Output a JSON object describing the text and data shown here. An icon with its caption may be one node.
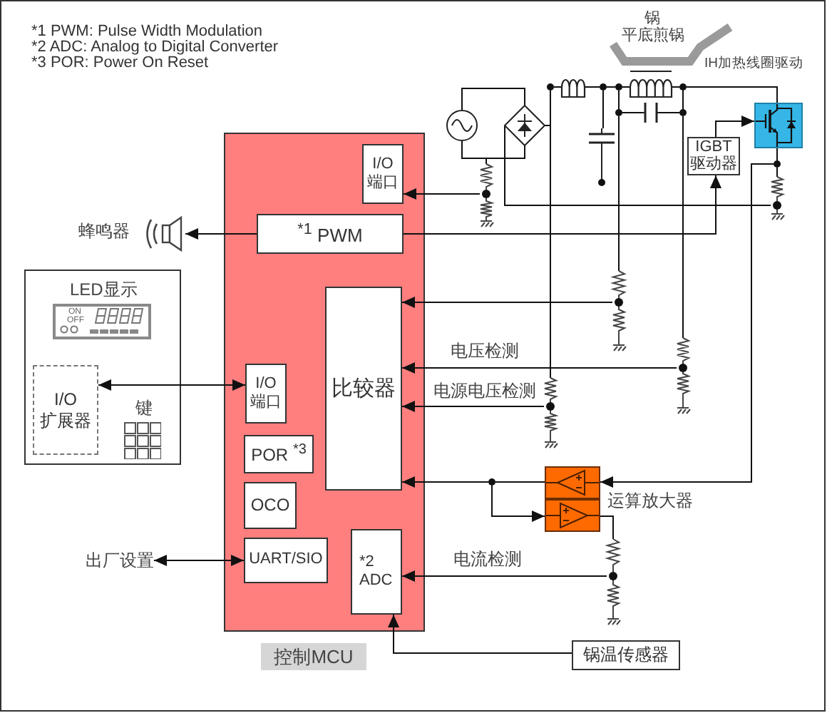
{
  "diagram": {
    "nodes": [
      {
        "text": [],
        "shape": "box",
        "beside": [
          "控制MCU"
        ]
      },
      {
        "text": [
          "I/O 端口"
        ],
        "in": 0
      },
      {
        "text": [
          "$^{*1}$ PWM"
        ],
        "in": 0
      },
      {
        "text": [
          "比较器"
        ],
        "in": 0
      },
      {
        "text": [
          "I/O 端口"
        ],
        "in": 0
      },
      {
        "text": [
          "POR $^{*3}$"
        ],
        "in": 0
      },
      {
        "text": [
          "OCO"
        ],
        "in": 0
      },
      {
        "text": [
          "UART/SIO"
        ],
        "in": 0
      },
      {
        "text": [
          "*2 ADC"
        ],
        "in": 0
      },
      {
        "text": [
          "LED显示",
          "键"
        ]
      },
      {
        "text": [
          "I/O 扩展器"
        ],
        "in": 9
      },
      {
        "text": [
          "蜂鸣器"
        ]
      },
      {
        "text": [
          "出厂设置"
        ]
      },
      {
        "text": [
          "锅温传感器"
        ]
      },
      {
        "text": [],
        "shape": "box"
      },
      {
        "text": [],
        "shape": "box"
      },
      {
        "text": [
          "IGBT 驱动器"
        ]
      },
      {
        "text": [],
        "shape": "box",
        "beside": [
          "IH加热线圈驱动"
        ]
      },
      {
        "text": [],
        "shape": "circle"
      },
      {
        "text": [],
        "shape": "diamond"
      },
      {
        "text": [],
        "shape": "dot"
      },
      {
        "text": [],
        "shape": "inductor"
      },
      {
        "text": [],
        "shape": "dot"
      },
      {
        "text": [],
        "shape": "capacitor"
      },
      {
        "text": [],
        "shape": "dot"
      },
      {
        "text": [],
        "shape": "inductor"
      },
      {
        "text": [],
        "shape": "dot"
      },
      {
        "text": [],
        "shape": "dot"
      },
      {
        "text": [],
        "shape": "capacitor"
      },
      {
        "text": [],
        "shape": "dot"
      },
      {
        "text": [],
        "shape": "resistor"
      },
      {
        "text": [],
        "shape": "resistor"
      },
      {
        "text": [],
        "shape": "resistor"
      },
      {
        "text": [],
        "shape": "resistor"
      },
      {
        "text": [],
        "shape": "dot"
      },
      {
        "text": [],
        "shape": "resistor"
      },
      {
        "text": [],
        "shape": "dot"
      },
      {
        "text": [],
        "shape": "resistor"
      }
    ],
    "edges": [
      {
        "from": 2,
        "to": 11,
        "arrow": "to"
      },
      {
        "from": 2,
        "to": 16,
        "arrow": "to"
      },
      {
        "from": 16,
        "to": 17,
        "arrow": "to"
      },
      {
        "from": 30,
        "to": 1,
        "arrow": "to"
      },
      {
        "from": 32,
        "to": 3,
        "arrow": "to"
      },
      {
        "from": 33,
        "to": 3,
        "arrow": "to",
        "label": "电压检测"
      },
      {
        "from": 31,
        "to": 3,
        "arrow": "to",
        "label": "电源电压检测"
      },
      {
        "from": 14,
        "to": 36,
        "arrow": "none"
      },
      {
        "from": 36,
        "to": 3,
        "arrow": "to"
      },
      {
        "from": 36,
        "to": 15,
        "arrow": "to"
      },
      {
        "from": 17,
        "to": 34,
        "arrow": "none"
      },
      {
        "from": 34,
        "to": 14,
        "arrow": "to"
      },
      {
        "from": 34,
        "to": 35,
        "arrow": "none"
      },
      {
        "from": 10,
        "to": 4,
        "arrow": "both"
      },
      {
        "from": 12,
        "to": 7,
        "arrow": "both"
      },
      {
        "from": 37,
        "to": 8,
        "arrow": "to",
        "label": "电流检测"
      },
      {
        "from": 13,
        "to": 8,
        "arrow": "to"
      },
      {
        "from": 18,
        "to": 19,
        "arrow": "none"
      },
      {
        "from": 18,
        "to": 19,
        "arrow": "none"
      },
      {
        "from": 19,
        "to": 30,
        "arrow": "none"
      },
      {
        "from": 20,
        "to": 31,
        "arrow": "none"
      },
      {
        "from": 19,
        "to": 20,
        "arrow": "none"
      },
      {
        "from": 20,
        "to": 21,
        "arrow": "none"
      },
      {
        "from": 21,
        "to": 22,
        "arrow": "none"
      },
      {
        "from": 22,
        "to": 23,
        "arrow": "none"
      },
      {
        "from": 22,
        "to": 24,
        "arrow": "none"
      },
      {
        "from": 24,
        "to": 25,
        "arrow": "none"
      },
      {
        "from": 24,
        "to": 27,
        "arrow": "none"
      },
      {
        "from": 27,
        "to": 28,
        "arrow": "none"
      },
      {
        "from": 27,
        "to": 32,
        "arrow": "none"
      },
      {
        "from": 25,
        "to": 26,
        "arrow": "none"
      },
      {
        "from": 26,
        "to": 17,
        "arrow": "none"
      },
      {
        "from": 26,
        "to": 29,
        "arrow": "none"
      },
      {
        "from": 28,
        "to": 29,
        "arrow": "none"
      },
      {
        "from": 29,
        "to": 33,
        "arrow": "none"
      },
      {
        "from": 19,
        "to": 35,
        "arrow": "none"
      },
      {
        "from": 15,
        "to": 37,
        "arrow": "none"
      }
    ],
    "labels": [
      "*1 PWM: Pulse Width Modulation",
      "*2 ADC: Analog to Digital Converter",
      "*3 POR: Power On Reset",
      "锅",
      "平底煎锅",
      "ON",
      "OFF",
      "运算放大器"
    ]
  }
}
